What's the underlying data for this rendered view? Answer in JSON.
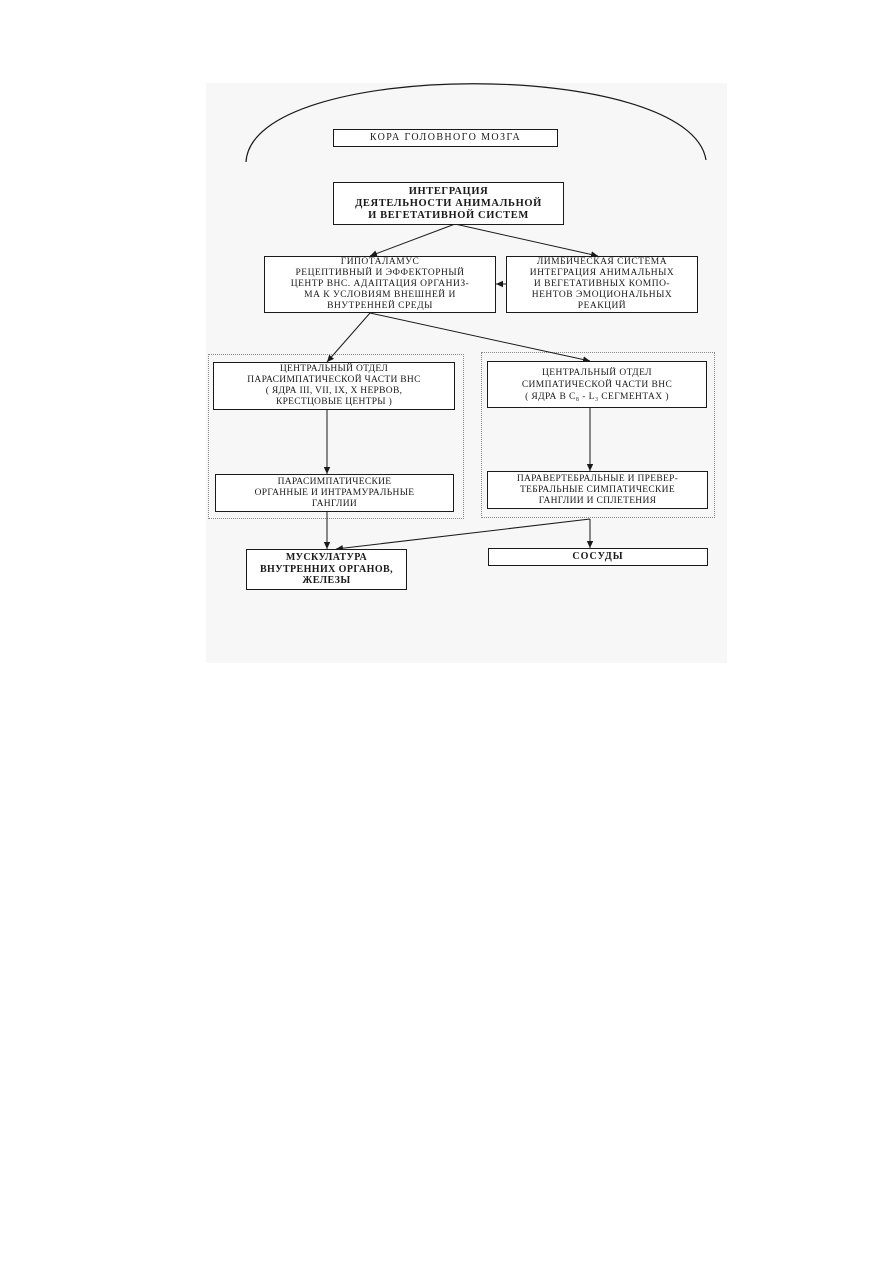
{
  "diagram": {
    "cortex": "КОРА ГОЛОВНОГО МОЗГА",
    "integration": "ИНТЕГРАЦИЯ\nДЕЯТЕЛЬНОСТИ АНИМАЛЬНОЙ\nИ ВЕГЕТАТИВНОЙ СИСТЕМ",
    "hypothalamus": "ГИПОТАЛАМУС\nРЕЦЕПТИВНЫЙ И ЭФФЕКТОРНЫЙ\nЦЕНТР ВНС. АДАПТАЦИЯ ОРГАНИЗ-\nМА К УСЛОВИЯМ ВНЕШНЕЙ И\nВНУТРЕННЕЙ СРЕДЫ",
    "limbic": "ЛИМБИЧЕСКАЯ СИСТЕМА\nИНТЕГРАЦИЯ АНИМАЛЬНЫХ\nИ ВЕГЕТАТИВНЫХ КОМПО-\nНЕНТОВ ЭМОЦИОНАЛЬНЫХ\nРЕАКЦИЙ",
    "parasympathetic_central": "ЦЕНТРАЛЬНЫЙ ОТДЕЛ\nПАРАСИМПАТИЧЕСКОЙ ЧАСТИ ВНС\n( ЯДРА III, VII, IX, X НЕРВОВ,\nКРЕСТЦОВЫЕ ЦЕНТРЫ )",
    "sympathetic_central": "ЦЕНТРАЛЬНЫЙ ОТДЕЛ\nСИМПАТИЧЕСКОЙ ЧАСТИ ВНС\n( ЯДРА В C₈ - L₃ СЕГМЕНТАХ )",
    "parasympathetic_ganglia": "ПАРАСИМПАТИЧЕСКИЕ\nОРГАННЫЕ И ИНТРАМУРАЛЬНЫЕ\nГАНГЛИИ",
    "sympathetic_ganglia": "ПАРАВЕРТЕБРАЛЬНЫЕ И ПРЕВЕР-\nТЕБРАЛЬНЫЕ СИМПАТИЧЕСКИЕ\nГАНГЛИИ И СПЛЕТЕНИЯ",
    "muscles": "МУСКУЛАТУРА\nВНУТРЕННИХ ОРГАНОВ,\nЖЕЛЕЗЫ",
    "vessels": "СОСУДЫ"
  }
}
